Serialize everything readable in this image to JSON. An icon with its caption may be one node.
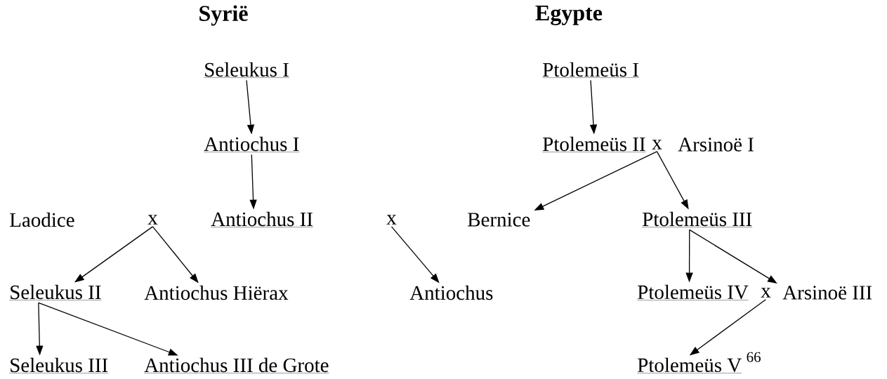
{
  "diagram": {
    "nodes": [
      {
        "text": [
          "Seleukus I"
        ]
      },
      {
        "text": [
          "Antiochus I"
        ]
      },
      {
        "text": [
          "Laodice"
        ]
      },
      {
        "text": [
          "x"
        ]
      },
      {
        "text": [
          "Antiochus II"
        ]
      },
      {
        "text": [
          "x"
        ]
      },
      {
        "text": [
          "Seleukus II"
        ]
      },
      {
        "text": [
          "Antiochus Hiërax"
        ]
      },
      {
        "text": [
          "Antiochus"
        ]
      },
      {
        "text": [
          "Seleukus III"
        ]
      },
      {
        "text": [
          "Antiochus III de Grote"
        ]
      },
      {
        "text": [
          "Ptolemeüs I"
        ]
      },
      {
        "text": [
          "Ptolemeüs II"
        ]
      },
      {
        "text": [
          "x"
        ]
      },
      {
        "text": [
          "Arsinoë I"
        ]
      },
      {
        "text": [
          "Bernice"
        ]
      },
      {
        "text": [
          "Ptolemeüs III"
        ]
      },
      {
        "text": [
          "Ptolemeüs IV"
        ]
      },
      {
        "text": [
          "x"
        ]
      },
      {
        "text": [
          "Arsinoë III"
        ]
      },
      {
        "text": [
          "Ptolemeüs V"
        ],
        "beside": [
          "66"
        ]
      }
    ],
    "edges": [
      {
        "from": 0,
        "to": 1,
        "arrow": "to"
      },
      {
        "from": 1,
        "to": 4,
        "arrow": "to"
      },
      {
        "from": 3,
        "to": 6,
        "arrow": "to"
      },
      {
        "from": 3,
        "to": 7,
        "arrow": "to"
      },
      {
        "from": 5,
        "to": 8,
        "arrow": "to"
      },
      {
        "from": 6,
        "to": 9,
        "arrow": "to"
      },
      {
        "from": 6,
        "to": 10,
        "arrow": "to"
      },
      {
        "from": 11,
        "to": 12,
        "arrow": "to"
      },
      {
        "from": 13,
        "to": 15,
        "arrow": "to"
      },
      {
        "from": 13,
        "to": 16,
        "arrow": "to"
      },
      {
        "from": 16,
        "to": 17,
        "arrow": "to"
      },
      {
        "from": 16,
        "to": 19,
        "arrow": "to"
      },
      {
        "from": 18,
        "to": 20,
        "arrow": "to"
      }
    ],
    "labels": [
      "Syrië",
      "Egypte"
    ]
  }
}
